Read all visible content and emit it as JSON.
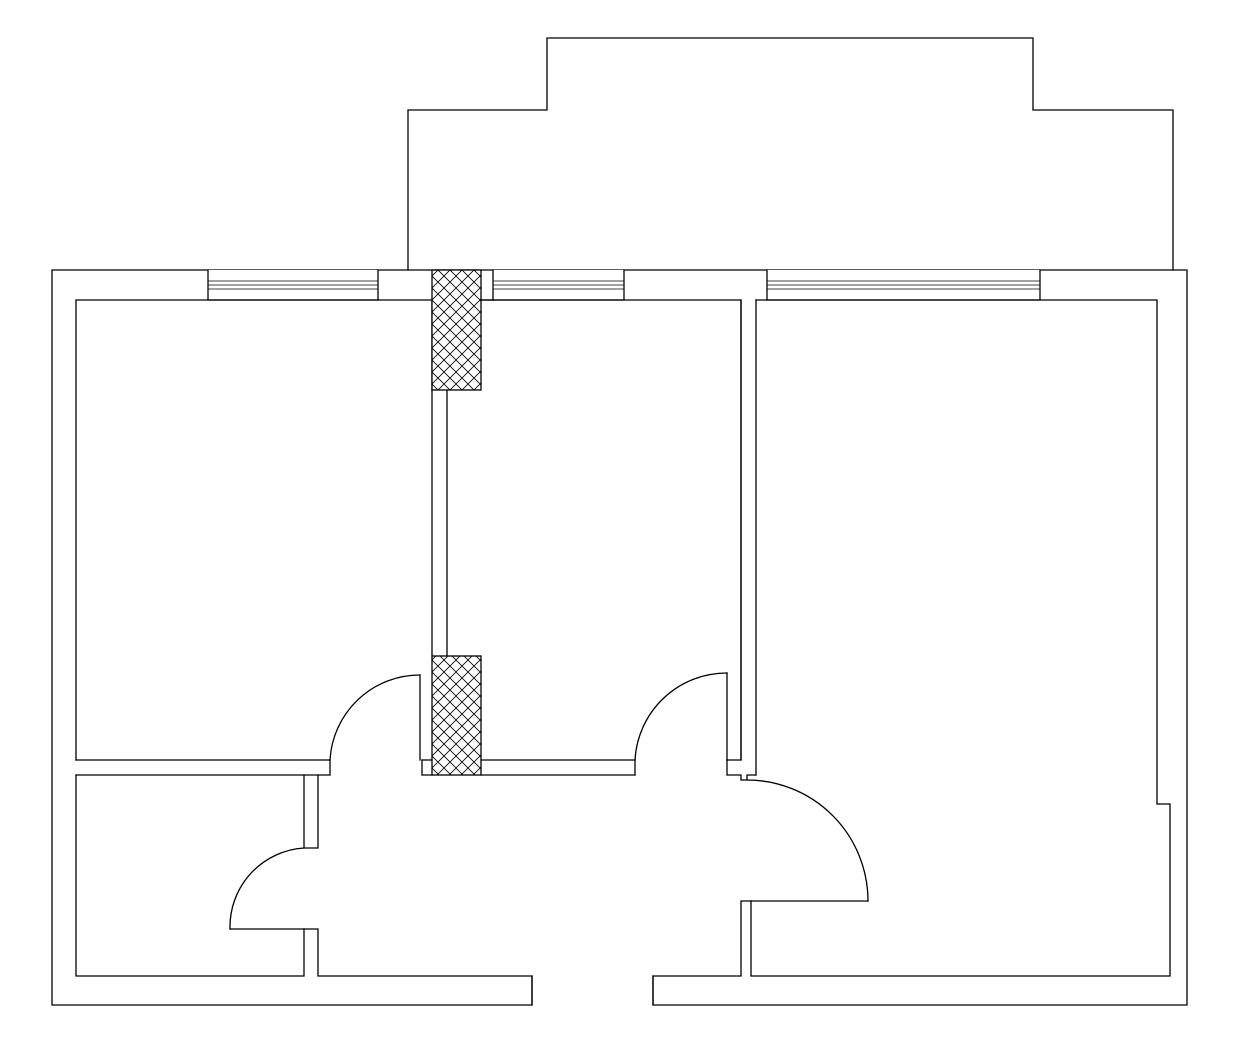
{
  "drawing": {
    "line_color": "#000000",
    "background_color": "#ffffff",
    "hatch_pattern": "crosshatch"
  },
  "elements": {
    "balcony": {
      "count": 1
    },
    "windows": {
      "count": 3
    },
    "columns": {
      "count": 2,
      "fill": "crosshatch"
    },
    "doors": {
      "count": 4
    },
    "entrance_opening": {
      "count": 1
    }
  }
}
